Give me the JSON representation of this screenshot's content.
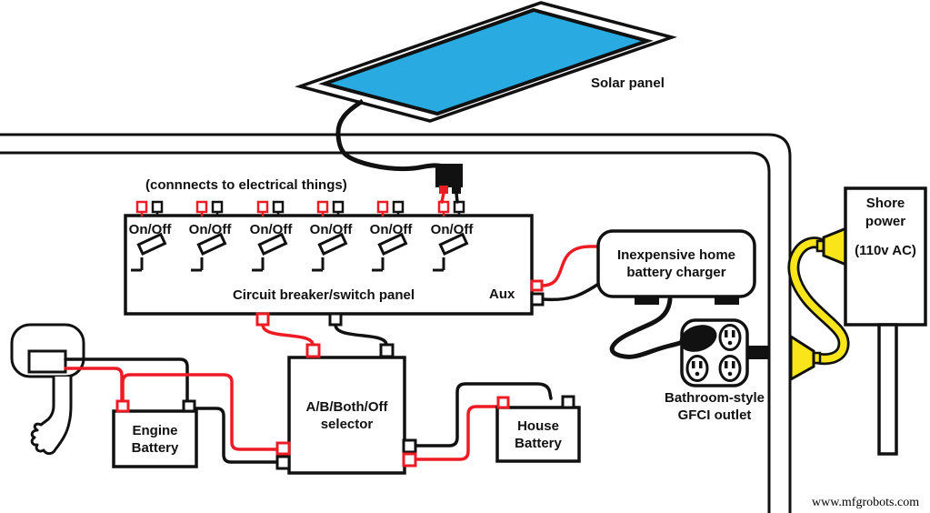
{
  "diagram": {
    "solar_panel": {
      "label": "Solar panel"
    },
    "breaker_panel": {
      "note": "(connnects to electrical things)",
      "switches": [
        "On/Off",
        "On/Off",
        "On/Off",
        "On/Off",
        "On/Off",
        "On/Off"
      ],
      "panel_label": "Circuit breaker/switch panel",
      "aux_label": "Aux"
    },
    "charger": {
      "line1": "Inexpensive home",
      "line2": "battery charger"
    },
    "outlet": {
      "line1": "Bathroom-style",
      "line2": "GFCI outlet"
    },
    "shore_power": {
      "line1": "Shore",
      "line2": "power",
      "line3": "(110v AC)"
    },
    "selector": {
      "line1": "A/B/Both/Off",
      "line2": "selector"
    },
    "engine_battery": {
      "line1": "Engine",
      "line2": "Battery"
    },
    "house_battery": {
      "line1": "House",
      "line2": "Battery"
    },
    "watermark": "www.mfgrobots.com",
    "colors": {
      "positive_wire_red": "#ed1c24",
      "negative_wire_black": "#111111",
      "solar_panel_blue": "#29abe2",
      "shore_cable_yellow": "#f9e51a"
    },
    "icons": [
      "solar-panel-icon",
      "outboard-motor-icon",
      "breaker-switch-icon",
      "gfci-outlet-icon",
      "power-plug-icon",
      "shore-cable-icon",
      "battery-terminal-icon"
    ]
  }
}
